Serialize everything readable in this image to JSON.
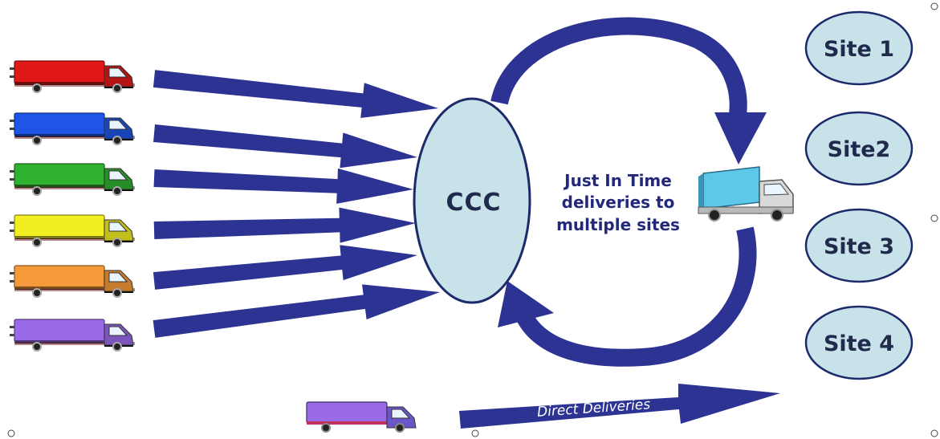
{
  "diagram": {
    "hub": {
      "label": "CCC"
    },
    "caption": [
      "Just In Time",
      "deliveries to",
      "multiple sites"
    ],
    "direct_label": "Direct Deliveries",
    "sites": [
      {
        "label": "Site 1"
      },
      {
        "label": "Site2"
      },
      {
        "label": "Site 3"
      },
      {
        "label": "Site 4"
      }
    ],
    "inbound_trucks": [
      {
        "color": "red-truck",
        "body": "#e01818"
      },
      {
        "color": "blue-truck",
        "body": "#1f55e6"
      },
      {
        "color": "green-truck",
        "body": "#2fb22f"
      },
      {
        "color": "yellow-truck",
        "body": "#f2ee22"
      },
      {
        "color": "orange-truck",
        "body": "#f59a3a"
      },
      {
        "color": "purple-truck",
        "body": "#9a6ae8"
      }
    ],
    "direct_truck": {
      "body": "#9a6ae8"
    },
    "delivery_truck": {
      "body": "#5ec8e8"
    },
    "colors": {
      "arrow": "#2d3392",
      "ellipse_fill": "#c8e2ea",
      "ellipse_stroke": "#1d2a6a",
      "text": "#1f2a4d"
    }
  }
}
